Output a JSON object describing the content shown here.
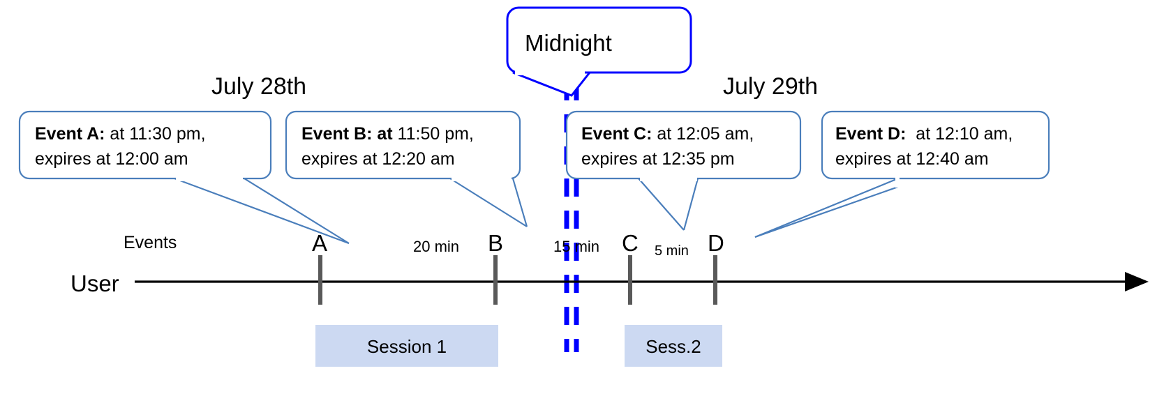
{
  "diagram": {
    "title_callout": {
      "label": "Midnight",
      "border_color": "#0000FF"
    },
    "dates": [
      {
        "label": "July 28th"
      },
      {
        "label": "July 29th"
      }
    ],
    "axis": {
      "row_label": "User",
      "events_label": "Events",
      "line_color": "#000000",
      "tick_color": "#595959"
    },
    "event_callouts": [
      {
        "id": "event-a",
        "bold_part": "Event A:",
        "line1_rest": " at 11:30 pm,",
        "line2": "expires at 12:00 am"
      },
      {
        "id": "event-b",
        "bold_part": "Event B: at",
        "line1_rest": " 11:50 pm,",
        "line2": "expires at 12:20 am"
      },
      {
        "id": "event-c",
        "bold_part": "Event C:",
        "line1_rest": " at 12:05 am,",
        "line2": "expires at 12:35 pm"
      },
      {
        "id": "event-d",
        "bold_part": "Event D:",
        "line1_rest": "  at 12:10 am,",
        "line2": "expires at 12:40 am"
      }
    ],
    "markers": [
      {
        "id": "marker-a",
        "letter": "A"
      },
      {
        "id": "marker-b",
        "letter": "B"
      },
      {
        "id": "marker-c",
        "letter": "C"
      },
      {
        "id": "marker-d",
        "letter": "D"
      }
    ],
    "intervals": [
      {
        "id": "interval-ab",
        "label": "20 min"
      },
      {
        "id": "interval-bc",
        "label": "15 min"
      },
      {
        "id": "interval-cd",
        "label": "5 min"
      }
    ],
    "sessions": [
      {
        "id": "session-1",
        "label": "Session 1",
        "color": "#CCD9F2"
      },
      {
        "id": "session-2",
        "label": "Sess.2",
        "color": "#CCD9F2"
      }
    ]
  }
}
